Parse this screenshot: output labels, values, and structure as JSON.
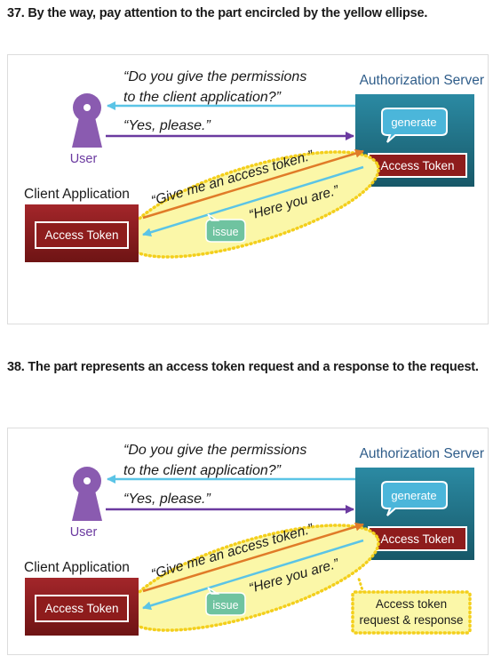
{
  "steps": [
    {
      "heading": "37. By the way, pay attention to the part encircled by the yellow ellipse.",
      "diagram": {
        "question_line1": "“Do you give the permissions",
        "question_line2": "to the client application?”",
        "answer": "“Yes, please.”",
        "auth_server_label": "Authorization Server",
        "user_label": "User",
        "client_app_label": "Client Application",
        "generate_label": "generate",
        "issue_label": "issue",
        "server_token_label": "Access Token",
        "client_token_label": "Access Token",
        "request_text": "“Give me an access token.”",
        "response_text": "“Here you are.”",
        "callout_line1": "",
        "callout_line2": ""
      }
    },
    {
      "heading": "38. The part represents an access token request and a response to the request.",
      "diagram": {
        "question_line1": "“Do you give the permissions",
        "question_line2": "to the client application?”",
        "answer": "“Yes, please.”",
        "auth_server_label": "Authorization Server",
        "user_label": "User",
        "client_app_label": "Client Application",
        "generate_label": "generate",
        "issue_label": "issue",
        "server_token_label": "Access Token",
        "client_token_label": "Access Token",
        "request_text": "“Give me an access token.”",
        "response_text": "“Here you are.”",
        "callout_line1": "Access token",
        "callout_line2": "request & response"
      }
    }
  ],
  "colors": {
    "arrow_blue": "#5bc4e6",
    "arrow_purple": "#6b3aa0",
    "arrow_orange": "#e07b28",
    "user_purple": "#8a5bb0",
    "server_teal": "#1d6f86",
    "client_red": "#8e1c1c",
    "ellipse_yellow": "#fbf7a8",
    "dots_yellow": "#f3cf1c"
  },
  "icons": {
    "user": "user-silhouette-icon",
    "bubble": "speech-bubble-icon"
  }
}
